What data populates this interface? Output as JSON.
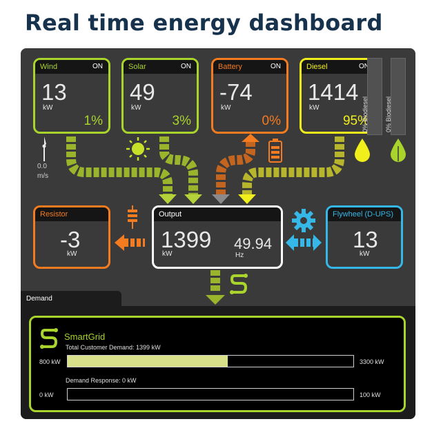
{
  "page_title": "Real time energy dashboard",
  "sources": {
    "wind": {
      "name": "Wind",
      "status": "ON",
      "value": "13",
      "unit": "kW",
      "percent": "1%"
    },
    "solar": {
      "name": "Solar",
      "status": "ON",
      "value": "49",
      "unit": "kW",
      "percent": "3%"
    },
    "battery": {
      "name": "Battery",
      "status": "ON",
      "value": "-74",
      "unit": "kW",
      "percent": "0%"
    },
    "diesel": {
      "name": "Diesel",
      "status": "ON",
      "value": "1414",
      "unit": "kW",
      "percent": "95%"
    }
  },
  "wind_speed": {
    "value": "0.0",
    "unit": "m/s"
  },
  "biodiesel_gauges": [
    "0% Biodiesel",
    "0% Biodiesel"
  ],
  "resistor": {
    "name": "Resistor",
    "value": "-3",
    "unit": "kW"
  },
  "output": {
    "name": "Output",
    "value": "1399",
    "unit": "kW",
    "freq": "49.94",
    "freq_unit": "Hz"
  },
  "flywheel": {
    "name": "Flywheel (D-UPS)",
    "value": "13",
    "unit": "kW"
  },
  "demand_tab": "Demand",
  "smartgrid": {
    "title": "SmartGrid",
    "total_label": "Total Customer Demand: 1399 kW",
    "total_min": "800 kW",
    "total_max": "3300 kW",
    "total_fraction": 0.56,
    "response_label": "Demand Response: 0 kW",
    "response_min": "0 kW",
    "response_max": "100 kW",
    "response_fraction": 0.0
  },
  "colors": {
    "green": "#a9d42c",
    "orange": "#f47b20",
    "yellow": "#f0ef1c",
    "cyan": "#35b7e8",
    "title": "#17324d",
    "panel": "#3a3a3a"
  },
  "icons": [
    "wind-turbine-icon",
    "sun-icon",
    "battery-icon",
    "droplet-icon",
    "leaf-icon",
    "resistor-icon",
    "gear-icon",
    "smartgrid-icon"
  ]
}
